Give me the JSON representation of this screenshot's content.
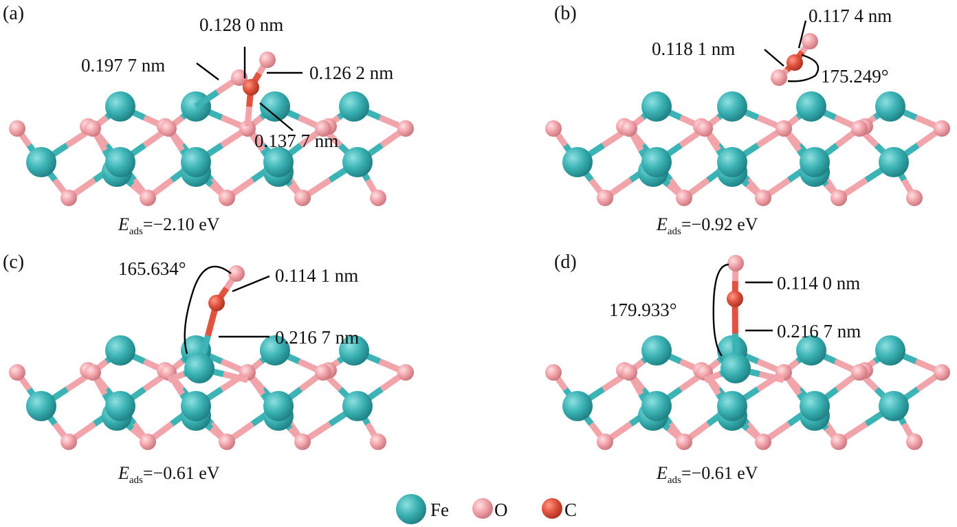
{
  "colors": {
    "Fe": "#3cb3b5",
    "O": "#f2a4ab",
    "C": "#e2533f"
  },
  "panels": [
    {
      "id": "a",
      "tag": "(a)",
      "energy_symbol": "E",
      "energy_sub": "ads",
      "energy_value": "=−2.10 eV",
      "labels": [
        "0.128 0 nm",
        "0.197 7 nm",
        "0.126 2 nm",
        "0.137 7 nm"
      ]
    },
    {
      "id": "b",
      "tag": "(b)",
      "energy_symbol": "E",
      "energy_sub": "ads",
      "energy_value": "=−0.92 eV",
      "labels": [
        "0.117 4 nm",
        "0.118 1 nm",
        "175.249°"
      ]
    },
    {
      "id": "c",
      "tag": "(c)",
      "energy_symbol": "E",
      "energy_sub": "ads",
      "energy_value": "=−0.61 eV",
      "labels": [
        "165.634°",
        "0.114 1 nm",
        "0.216 7 nm"
      ]
    },
    {
      "id": "d",
      "tag": "(d)",
      "energy_symbol": "E",
      "energy_sub": "ads",
      "energy_value": "=−0.61 eV",
      "labels": [
        "0.114 0 nm",
        "179.933°",
        "0.216 7 nm"
      ]
    }
  ],
  "legend": [
    {
      "element": "Fe",
      "label": "Fe"
    },
    {
      "element": "O",
      "label": "O"
    },
    {
      "element": "C",
      "label": "C"
    }
  ]
}
